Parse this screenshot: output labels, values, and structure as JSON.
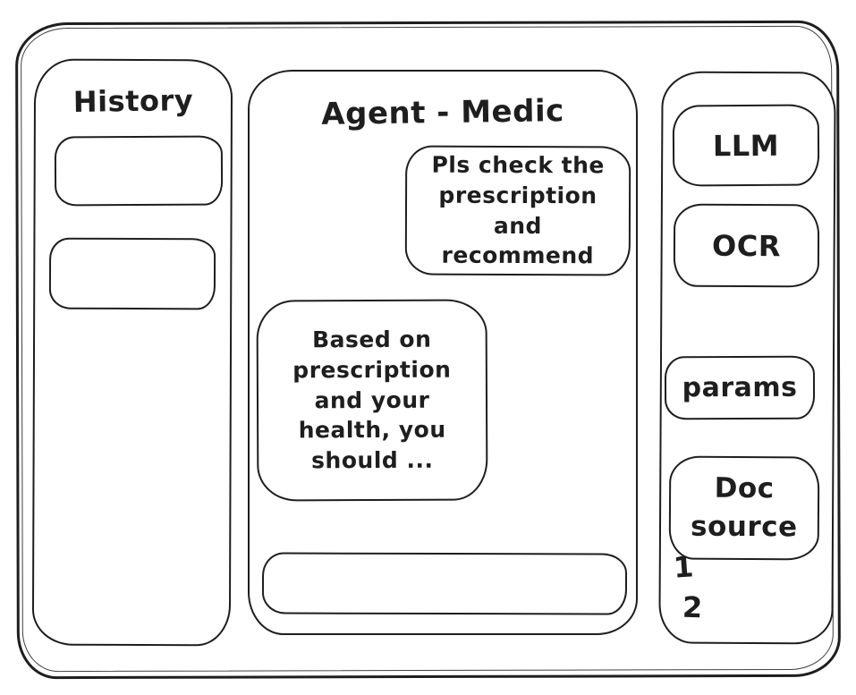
{
  "app": {
    "ink_color": "#1e1e1e",
    "background_color": "#ffffff"
  },
  "left_sidebar": {
    "title": "History",
    "items": [
      {
        "label": ""
      },
      {
        "label": ""
      }
    ]
  },
  "main": {
    "title": "Agent - Medic",
    "messages": [
      {
        "role": "user",
        "text": "Pls check the prescription and recommend"
      },
      {
        "role": "agent",
        "text": "Based on prescription and your health, you should ..."
      }
    ],
    "input": {
      "value": "",
      "placeholder": ""
    }
  },
  "right_sidebar": {
    "buttons": [
      {
        "label": "LLM"
      },
      {
        "label": "OCR"
      },
      {
        "label": "params"
      }
    ],
    "doc_source": {
      "label": "Doc source",
      "items": [
        "1",
        "2"
      ]
    }
  }
}
